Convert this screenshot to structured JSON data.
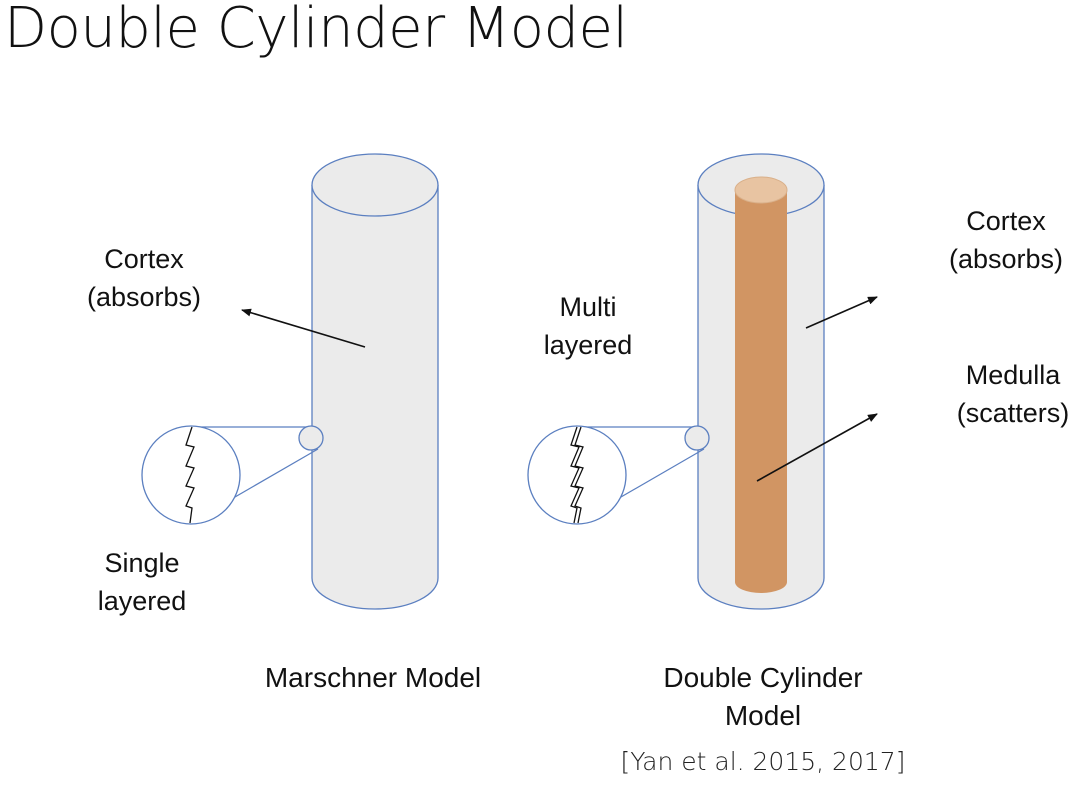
{
  "title": "Double Cylinder Model",
  "left": {
    "cortex_label": [
      "Cortex",
      "(absorbs)"
    ],
    "layer_label": [
      "Single",
      "layered"
    ],
    "caption": "Marschner Model"
  },
  "right": {
    "cortex_label": [
      "Cortex",
      "(absorbs)"
    ],
    "medulla_label": [
      "Medulla",
      "(scatters)"
    ],
    "layer_label": [
      "Multi",
      "layered"
    ],
    "caption": [
      "Double Cylinder",
      "Model"
    ],
    "citation": "[Yan et al. 2015, 2017]"
  },
  "colors": {
    "cylinder_fill": "#ebebeb",
    "cylinder_stroke": "#5b7fc0",
    "medulla_fill": "#d19563",
    "medulla_top": "#e8c4a2"
  }
}
